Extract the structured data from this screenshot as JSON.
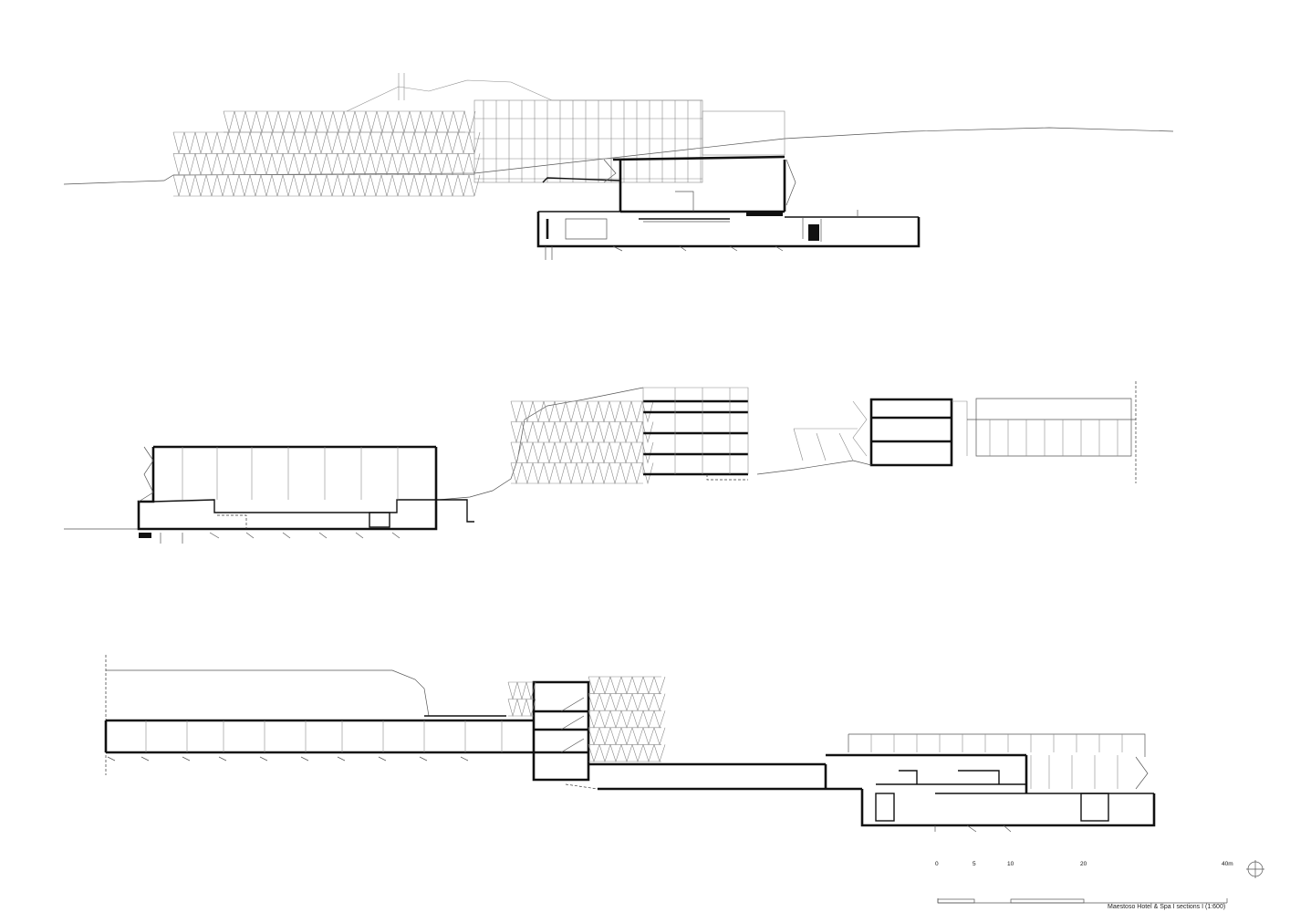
{
  "scale_bar": {
    "ticks": [
      "0",
      "5",
      "10",
      "20",
      "40m"
    ]
  },
  "caption": "Maestoso Hotel & Spa  I  sections  I  (1:600)",
  "icons": {
    "north": "crosshair-circle-icon"
  }
}
